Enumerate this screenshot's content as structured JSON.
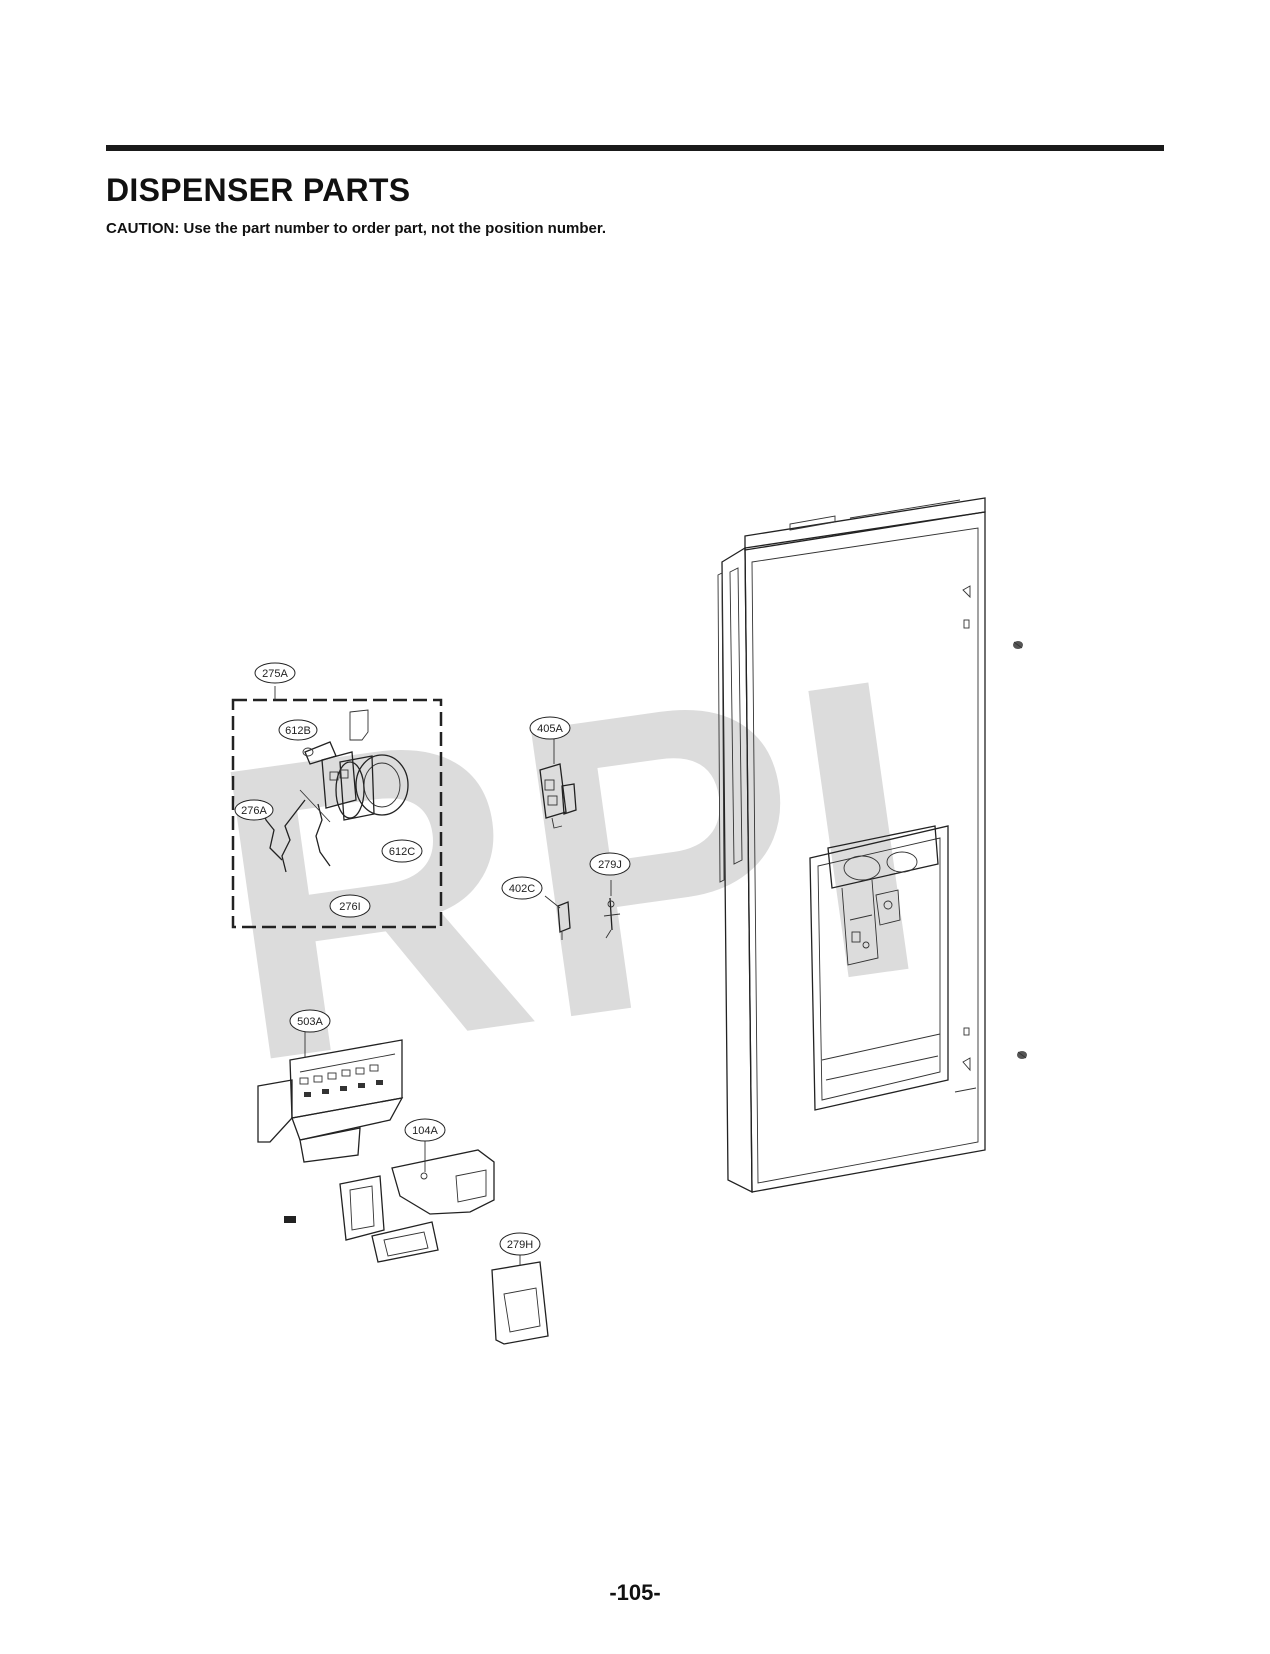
{
  "header": {
    "title": "DISPENSER PARTS",
    "caution": "CAUTION: Use the part number to order part, not the position number."
  },
  "watermark": "RPI",
  "callouts": {
    "c275A": "275A",
    "c612B": "612B",
    "c276A": "276A",
    "c612C": "612C",
    "c276I": "276I",
    "c405A": "405A",
    "c402C": "402C",
    "c279J": "279J",
    "c503A": "503A",
    "c104A": "104A",
    "c279H": "279H"
  },
  "footer": {
    "page_number": "-105-"
  }
}
